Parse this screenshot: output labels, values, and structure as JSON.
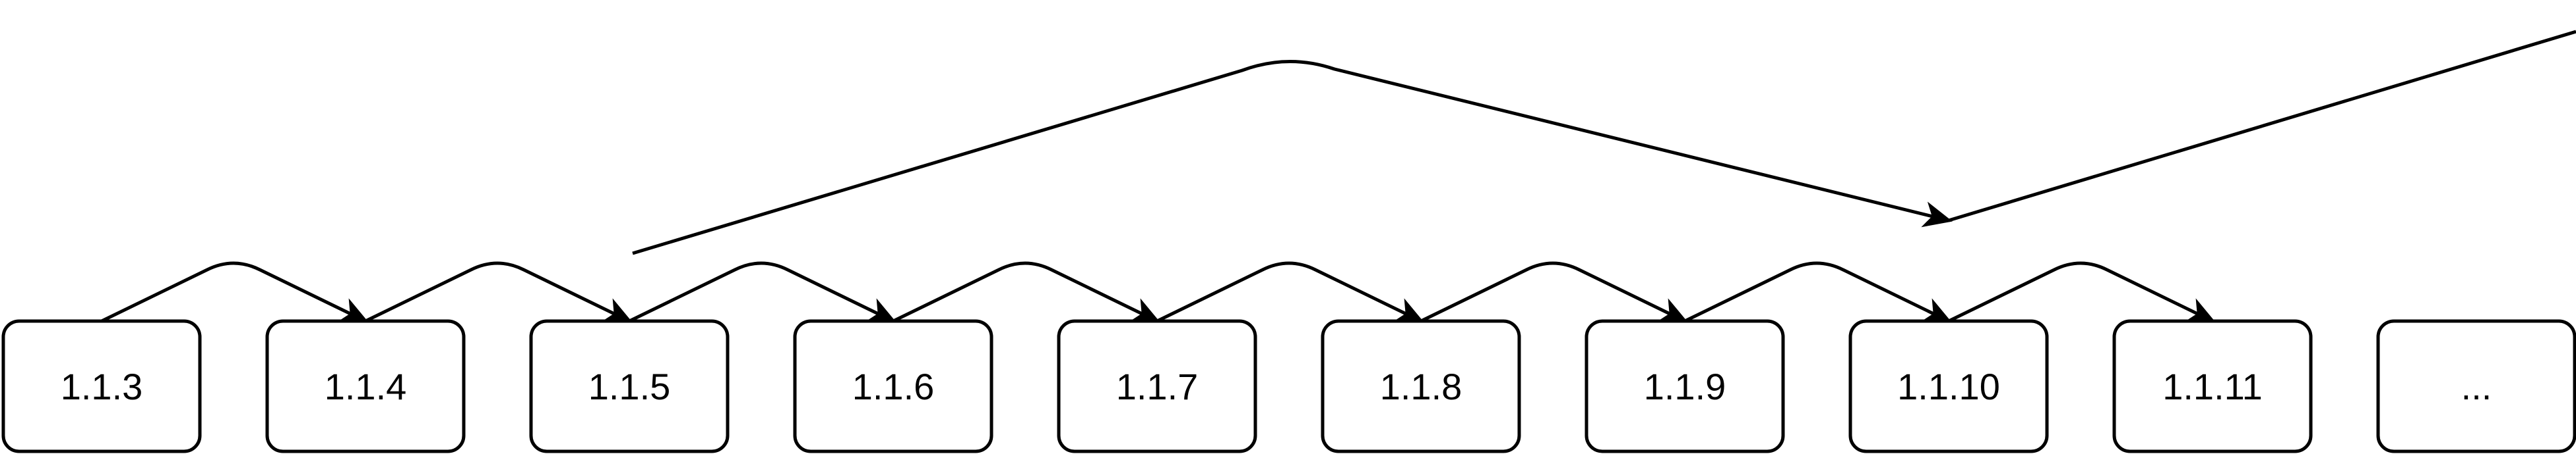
{
  "diagram": {
    "nodes": [
      {
        "id": "n0",
        "label": "1.1.3"
      },
      {
        "id": "n1",
        "label": "1.1.4"
      },
      {
        "id": "n2",
        "label": "1.1.5"
      },
      {
        "id": "n3",
        "label": "1.1.6"
      },
      {
        "id": "n4",
        "label": "1.1.7"
      },
      {
        "id": "n5",
        "label": "1.1.8"
      },
      {
        "id": "n6",
        "label": "1.1.9"
      },
      {
        "id": "n7",
        "label": "1.1.10"
      },
      {
        "id": "n8",
        "label": "1.1.11"
      },
      {
        "id": "n9",
        "label": "..."
      }
    ],
    "edges": [
      {
        "from": "n0",
        "to": "n1",
        "kind": "hop"
      },
      {
        "from": "n1",
        "to": "n2",
        "kind": "hop"
      },
      {
        "from": "n2",
        "to": "n3",
        "kind": "hop"
      },
      {
        "from": "n3",
        "to": "n4",
        "kind": "hop"
      },
      {
        "from": "n4",
        "to": "n5",
        "kind": "hop"
      },
      {
        "from": "n5",
        "to": "n6",
        "kind": "hop"
      },
      {
        "from": "n6",
        "to": "n7",
        "kind": "hop"
      },
      {
        "from": "n7",
        "to": "n8",
        "kind": "hop"
      },
      {
        "from": "n2",
        "to": "n7",
        "kind": "long"
      }
    ],
    "colors": {
      "stroke": "#000000",
      "fill": "#ffffff",
      "text": "#000000"
    }
  }
}
